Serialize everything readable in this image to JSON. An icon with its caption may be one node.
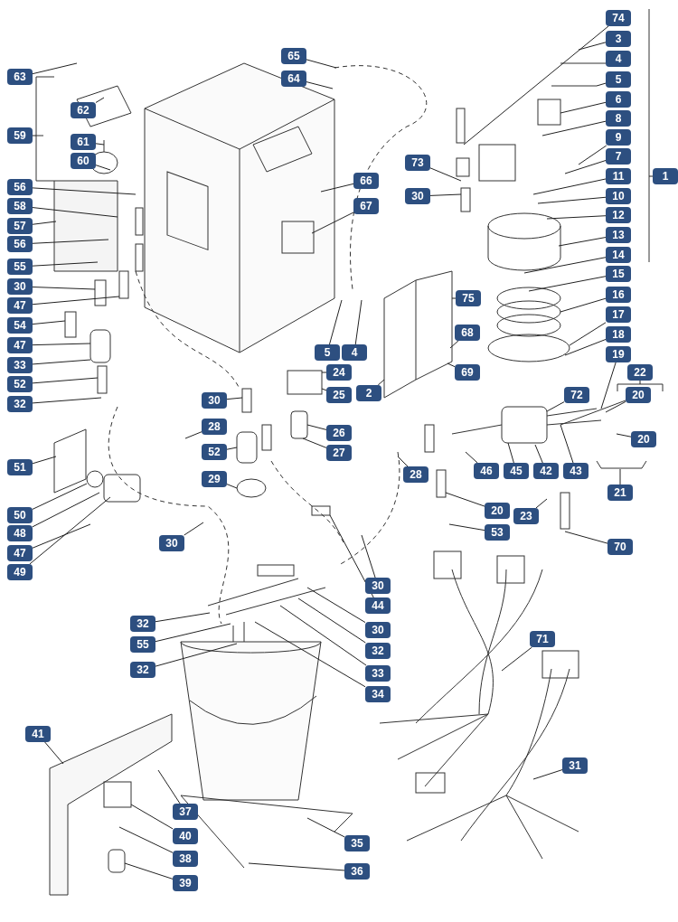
{
  "diagram": {
    "nodes": [
      {
        "text": [
          "63"
        ]
      },
      {
        "text": [
          "62"
        ]
      },
      {
        "text": [
          "59"
        ]
      },
      {
        "text": [
          "61"
        ]
      },
      {
        "text": [
          "60"
        ]
      },
      {
        "text": [
          "56"
        ]
      },
      {
        "text": [
          "58"
        ]
      },
      {
        "text": [
          "57"
        ]
      },
      {
        "text": [
          "56"
        ]
      },
      {
        "text": [
          "55"
        ]
      },
      {
        "text": [
          "30"
        ]
      },
      {
        "text": [
          "47"
        ]
      },
      {
        "text": [
          "54"
        ]
      },
      {
        "text": [
          "47"
        ]
      },
      {
        "text": [
          "33"
        ]
      },
      {
        "text": [
          "52"
        ]
      },
      {
        "text": [
          "32"
        ]
      },
      {
        "text": [
          "51"
        ]
      },
      {
        "text": [
          "50"
        ]
      },
      {
        "text": [
          "48"
        ]
      },
      {
        "text": [
          "47"
        ]
      },
      {
        "text": [
          "49"
        ]
      },
      {
        "text": [
          "65"
        ]
      },
      {
        "text": [
          "64"
        ]
      },
      {
        "text": [
          "66"
        ]
      },
      {
        "text": [
          "67"
        ]
      },
      {
        "text": [
          "73"
        ]
      },
      {
        "text": [
          "30"
        ]
      },
      {
        "text": [
          "75"
        ]
      },
      {
        "text": [
          "68"
        ]
      },
      {
        "text": [
          "69"
        ]
      },
      {
        "text": [
          "74"
        ]
      },
      {
        "text": [
          "3"
        ]
      },
      {
        "text": [
          "4"
        ]
      },
      {
        "text": [
          "5"
        ]
      },
      {
        "text": [
          "6"
        ]
      },
      {
        "text": [
          "8"
        ]
      },
      {
        "text": [
          "9"
        ]
      },
      {
        "text": [
          "7"
        ]
      },
      {
        "text": [
          "11"
        ]
      },
      {
        "text": [
          "1"
        ]
      },
      {
        "text": [
          "10"
        ]
      },
      {
        "text": [
          "12"
        ]
      },
      {
        "text": [
          "13"
        ]
      },
      {
        "text": [
          "14"
        ]
      },
      {
        "text": [
          "15"
        ]
      },
      {
        "text": [
          "16"
        ]
      },
      {
        "text": [
          "17"
        ]
      },
      {
        "text": [
          "18"
        ]
      },
      {
        "text": [
          "19"
        ]
      },
      {
        "text": [
          "22"
        ]
      },
      {
        "text": [
          "20"
        ]
      },
      {
        "text": [
          "72"
        ]
      },
      {
        "text": [
          "20"
        ]
      },
      {
        "text": [
          "21"
        ]
      },
      {
        "text": [
          "70"
        ]
      },
      {
        "text": [
          "5"
        ]
      },
      {
        "text": [
          "4"
        ]
      },
      {
        "text": [
          "24"
        ]
      },
      {
        "text": [
          "2"
        ]
      },
      {
        "text": [
          "25"
        ]
      },
      {
        "text": [
          "26"
        ]
      },
      {
        "text": [
          "27"
        ]
      },
      {
        "text": [
          "30"
        ]
      },
      {
        "text": [
          "28"
        ]
      },
      {
        "text": [
          "52"
        ]
      },
      {
        "text": [
          "29"
        ]
      },
      {
        "text": [
          "46"
        ]
      },
      {
        "text": [
          "45"
        ]
      },
      {
        "text": [
          "42"
        ]
      },
      {
        "text": [
          "43"
        ]
      },
      {
        "text": [
          "28"
        ]
      },
      {
        "text": [
          "20"
        ]
      },
      {
        "text": [
          "23"
        ]
      },
      {
        "text": [
          "53"
        ]
      },
      {
        "text": [
          "30"
        ]
      },
      {
        "text": [
          "30"
        ]
      },
      {
        "text": [
          "44"
        ]
      },
      {
        "text": [
          "30"
        ]
      },
      {
        "text": [
          "32"
        ]
      },
      {
        "text": [
          "33"
        ]
      },
      {
        "text": [
          "34"
        ]
      },
      {
        "text": [
          "32"
        ]
      },
      {
        "text": [
          "55"
        ]
      },
      {
        "text": [
          "32"
        ]
      },
      {
        "text": [
          "71"
        ]
      },
      {
        "text": [
          "31"
        ]
      },
      {
        "text": [
          "41"
        ]
      },
      {
        "text": [
          "37"
        ]
      },
      {
        "text": [
          "40"
        ]
      },
      {
        "text": [
          "38"
        ]
      },
      {
        "text": [
          "39"
        ]
      },
      {
        "text": [
          "35"
        ]
      },
      {
        "text": [
          "36"
        ]
      }
    ],
    "edges": [
      {
        "from": 0,
        "to": null,
        "arrow": "none"
      },
      {
        "from": 1,
        "to": null,
        "arrow": "none"
      },
      {
        "from": 2,
        "to": null,
        "arrow": "none"
      },
      {
        "from": 3,
        "to": null,
        "arrow": "none"
      },
      {
        "from": 4,
        "to": null,
        "arrow": "none"
      },
      {
        "from": 5,
        "to": null,
        "arrow": "none"
      },
      {
        "from": 6,
        "to": null,
        "arrow": "none"
      },
      {
        "from": 7,
        "to": null,
        "arrow": "none"
      },
      {
        "from": 8,
        "to": null,
        "arrow": "none"
      },
      {
        "from": 9,
        "to": null,
        "arrow": "none"
      },
      {
        "from": 10,
        "to": null,
        "arrow": "none"
      },
      {
        "from": 11,
        "to": null,
        "arrow": "none"
      },
      {
        "from": 12,
        "to": null,
        "arrow": "none"
      },
      {
        "from": 13,
        "to": null,
        "arrow": "none"
      },
      {
        "from": 14,
        "to": null,
        "arrow": "none"
      },
      {
        "from": 15,
        "to": null,
        "arrow": "none"
      },
      {
        "from": 16,
        "to": null,
        "arrow": "none"
      },
      {
        "from": 17,
        "to": null,
        "arrow": "none"
      },
      {
        "from": 18,
        "to": null,
        "arrow": "none"
      },
      {
        "from": 19,
        "to": null,
        "arrow": "none"
      },
      {
        "from": 20,
        "to": null,
        "arrow": "none"
      },
      {
        "from": 21,
        "to": null,
        "arrow": "none"
      },
      {
        "from": 22,
        "to": null,
        "arrow": "none"
      },
      {
        "from": 23,
        "to": null,
        "arrow": "none"
      },
      {
        "from": 24,
        "to": null,
        "arrow": "none"
      },
      {
        "from": 25,
        "to": null,
        "arrow": "none"
      },
      {
        "from": 26,
        "to": null,
        "arrow": "none"
      },
      {
        "from": 27,
        "to": null,
        "arrow": "none"
      },
      {
        "from": 28,
        "to": null,
        "arrow": "none"
      },
      {
        "from": 29,
        "to": null,
        "arrow": "none"
      },
      {
        "from": 30,
        "to": null,
        "arrow": "none"
      },
      {
        "from": 31,
        "to": null,
        "arrow": "none"
      },
      {
        "from": 32,
        "to": null,
        "arrow": "none"
      },
      {
        "from": 33,
        "to": null,
        "arrow": "none"
      },
      {
        "from": 34,
        "to": null,
        "arrow": "none"
      },
      {
        "from": 35,
        "to": null,
        "arrow": "none"
      },
      {
        "from": 36,
        "to": null,
        "arrow": "none"
      },
      {
        "from": 37,
        "to": null,
        "arrow": "none"
      },
      {
        "from": 38,
        "to": null,
        "arrow": "none"
      },
      {
        "from": 39,
        "to": null,
        "arrow": "none"
      },
      {
        "from": 40,
        "to": null,
        "arrow": "none"
      },
      {
        "from": 41,
        "to": null,
        "arrow": "none"
      },
      {
        "from": 42,
        "to": null,
        "arrow": "none"
      },
      {
        "from": 43,
        "to": null,
        "arrow": "none"
      },
      {
        "from": 44,
        "to": null,
        "arrow": "none"
      },
      {
        "from": 45,
        "to": null,
        "arrow": "none"
      },
      {
        "from": 46,
        "to": null,
        "arrow": "none"
      },
      {
        "from": 47,
        "to": null,
        "arrow": "none"
      },
      {
        "from": 48,
        "to": null,
        "arrow": "none"
      },
      {
        "from": 49,
        "to": null,
        "arrow": "none"
      },
      {
        "from": 50,
        "to": null,
        "arrow": "none"
      },
      {
        "from": 51,
        "to": null,
        "arrow": "none"
      },
      {
        "from": 52,
        "to": null,
        "arrow": "none"
      },
      {
        "from": 53,
        "to": null,
        "arrow": "none"
      },
      {
        "from": 54,
        "to": null,
        "arrow": "none"
      },
      {
        "from": 55,
        "to": null,
        "arrow": "none"
      },
      {
        "from": 56,
        "to": null,
        "arrow": "none"
      },
      {
        "from": 57,
        "to": null,
        "arrow": "none"
      },
      {
        "from": 58,
        "to": null,
        "arrow": "none"
      },
      {
        "from": 59,
        "to": null,
        "arrow": "none"
      },
      {
        "from": 60,
        "to": null,
        "arrow": "none"
      },
      {
        "from": 61,
        "to": null,
        "arrow": "none"
      },
      {
        "from": 62,
        "to": null,
        "arrow": "none"
      },
      {
        "from": 63,
        "to": null,
        "arrow": "none"
      },
      {
        "from": 64,
        "to": null,
        "arrow": "none"
      },
      {
        "from": 65,
        "to": null,
        "arrow": "none"
      },
      {
        "from": 66,
        "to": null,
        "arrow": "none"
      },
      {
        "from": 67,
        "to": null,
        "arrow": "none"
      },
      {
        "from": 68,
        "to": null,
        "arrow": "none"
      },
      {
        "from": 69,
        "to": null,
        "arrow": "none"
      },
      {
        "from": 70,
        "to": null,
        "arrow": "none"
      },
      {
        "from": 71,
        "to": null,
        "arrow": "none"
      },
      {
        "from": 72,
        "to": null,
        "arrow": "none"
      },
      {
        "from": 73,
        "to": null,
        "arrow": "none"
      },
      {
        "from": 74,
        "to": null,
        "arrow": "none"
      },
      {
        "from": 75,
        "to": null,
        "arrow": "none"
      },
      {
        "from": 76,
        "to": null,
        "arrow": "none"
      },
      {
        "from": 77,
        "to": null,
        "arrow": "none"
      },
      {
        "from": 78,
        "to": null,
        "arrow": "none"
      },
      {
        "from": 79,
        "to": null,
        "arrow": "none"
      },
      {
        "from": 80,
        "to": null,
        "arrow": "none"
      },
      {
        "from": 81,
        "to": null,
        "arrow": "none"
      },
      {
        "from": 82,
        "to": null,
        "arrow": "none"
      },
      {
        "from": 83,
        "to": null,
        "arrow": "none"
      },
      {
        "from": 84,
        "to": null,
        "arrow": "none"
      },
      {
        "from": 85,
        "to": null,
        "arrow": "none"
      },
      {
        "from": 86,
        "to": null,
        "arrow": "none"
      },
      {
        "from": 87,
        "to": null,
        "arrow": "none"
      },
      {
        "from": 88,
        "to": null,
        "arrow": "none"
      },
      {
        "from": 89,
        "to": null,
        "arrow": "none"
      },
      {
        "from": 90,
        "to": null,
        "arrow": "none"
      },
      {
        "from": 91,
        "to": null,
        "arrow": "none"
      },
      {
        "from": 92,
        "to": null,
        "arrow": "none"
      },
      {
        "from": 93,
        "to": null,
        "arrow": "none"
      }
    ]
  }
}
